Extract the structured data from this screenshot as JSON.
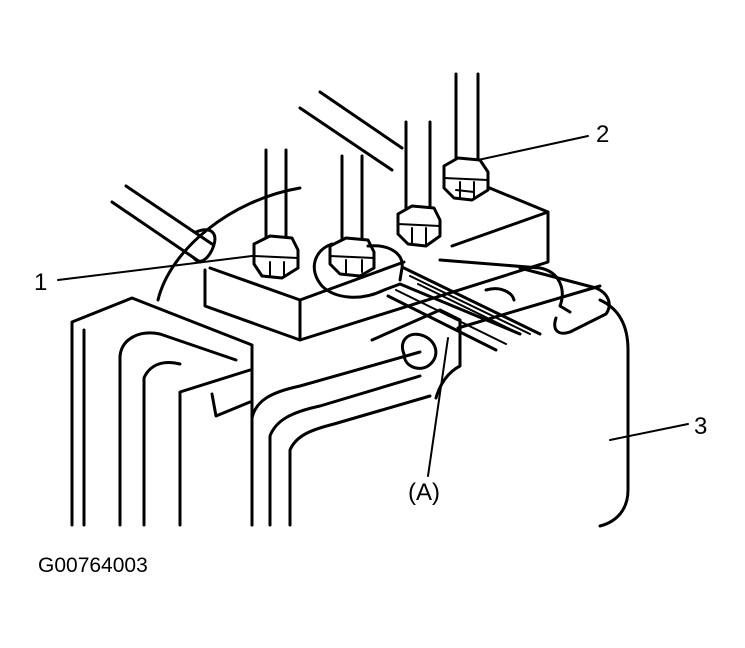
{
  "figure": {
    "id_code": "G00764003",
    "callouts": {
      "label_1": "1",
      "label_2": "2",
      "label_3": "3",
      "label_a": "(A)"
    }
  }
}
